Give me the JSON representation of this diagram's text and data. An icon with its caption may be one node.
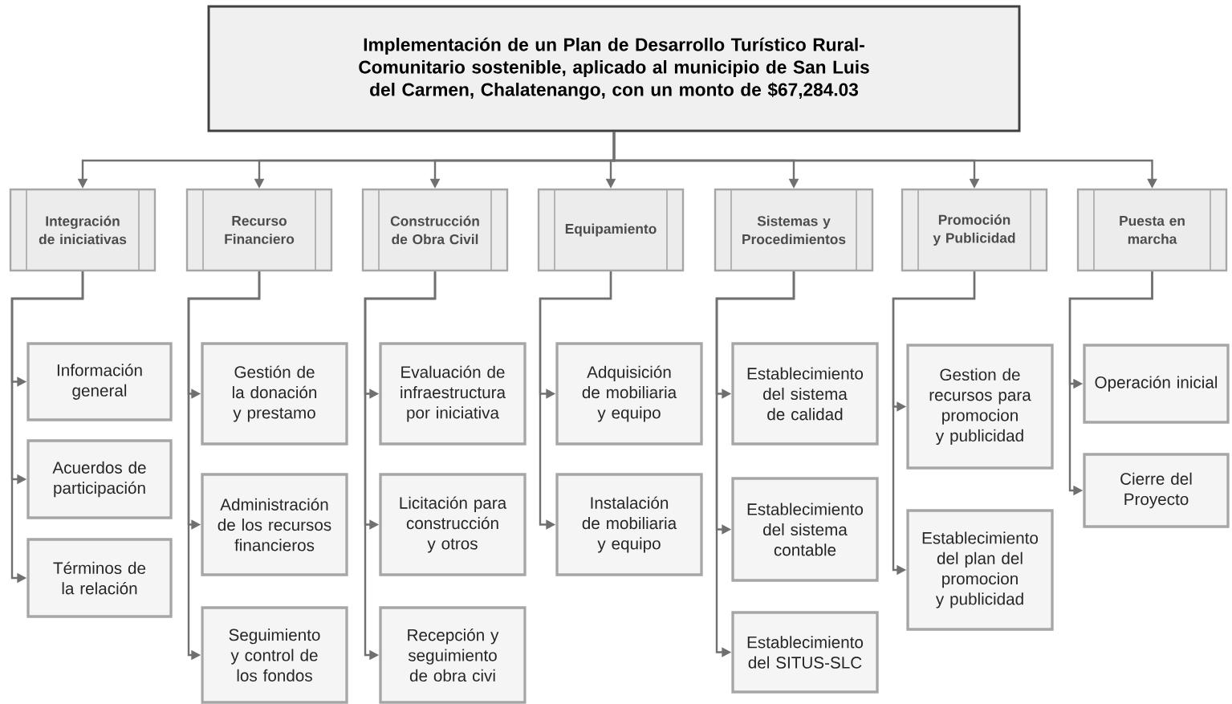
{
  "diagram": {
    "nodes": [
      {
        "text": [
          "Implementación de un Plan de Desarrollo Turístico Rural-Comunitario sostenible, aplicado al municipio de San Luis del Carmen, Chalatenango, con un monto de $67,284.03"
        ]
      },
      {
        "text": [
          "Integración de iniciativas"
        ]
      },
      {
        "text": [
          "Recurso Financiero"
        ]
      },
      {
        "text": [
          "Construcción de Obra Civil"
        ]
      },
      {
        "text": [
          "Equipamiento"
        ]
      },
      {
        "text": [
          "Sistemas y Procedimientos"
        ]
      },
      {
        "text": [
          "Promoción y Publicidad"
        ]
      },
      {
        "text": [
          "Puesta en marcha"
        ]
      },
      {
        "text": [
          "Información general"
        ]
      },
      {
        "text": [
          "Acuerdos de participación"
        ]
      },
      {
        "text": [
          "Términos de la relación"
        ]
      },
      {
        "text": [
          "Gestión de la donación y prestamo"
        ]
      },
      {
        "text": [
          "Administración de los recursos financieros"
        ]
      },
      {
        "text": [
          "Seguimiento y control de los fondos"
        ]
      },
      {
        "text": [
          "Evaluación de infraestructura por iniciativa"
        ]
      },
      {
        "text": [
          "Licitación para construcción y otros"
        ]
      },
      {
        "text": [
          "Recepción y seguimiento de obra civi"
        ]
      },
      {
        "text": [
          "Adquisición de mobiliaria y equipo"
        ]
      },
      {
        "text": [
          "Instalación de mobiliaria y equipo"
        ]
      },
      {
        "text": [
          "Establecimiento del sistema de calidad"
        ]
      },
      {
        "text": [
          "Establecimiento del sistema contable"
        ]
      },
      {
        "text": [
          "Establecimiento del SITUS-SLC"
        ]
      },
      {
        "text": [
          "Gestion de recursos para promocion y publicidad"
        ]
      },
      {
        "text": [
          "Establecimiento del plan del promocion y publicidad"
        ]
      },
      {
        "text": [
          "Operación inicial"
        ]
      },
      {
        "text": [
          "Cierre del Proyecto"
        ]
      }
    ],
    "edges": [
      {
        "from": 0,
        "to": 1,
        "arrow": "to"
      },
      {
        "from": 0,
        "to": 2,
        "arrow": "to"
      },
      {
        "from": 0,
        "to": 3,
        "arrow": "to"
      },
      {
        "from": 0,
        "to": 4,
        "arrow": "to"
      },
      {
        "from": 0,
        "to": 5,
        "arrow": "to"
      },
      {
        "from": 0,
        "to": 6,
        "arrow": "to"
      },
      {
        "from": 0,
        "to": 7,
        "arrow": "to"
      },
      {
        "from": 1,
        "to": 8,
        "arrow": "to"
      },
      {
        "from": 1,
        "to": 9,
        "arrow": "to"
      },
      {
        "from": 1,
        "to": 10,
        "arrow": "to"
      },
      {
        "from": 2,
        "to": 11,
        "arrow": "to"
      },
      {
        "from": 2,
        "to": 12,
        "arrow": "to"
      },
      {
        "from": 2,
        "to": 13,
        "arrow": "to"
      },
      {
        "from": 3,
        "to": 14,
        "arrow": "to"
      },
      {
        "from": 3,
        "to": 15,
        "arrow": "to"
      },
      {
        "from": 3,
        "to": 16,
        "arrow": "to"
      },
      {
        "from": 4,
        "to": 17,
        "arrow": "to"
      },
      {
        "from": 4,
        "to": 18,
        "arrow": "to"
      },
      {
        "from": 5,
        "to": 19,
        "arrow": "to"
      },
      {
        "from": 5,
        "to": 20,
        "arrow": "to"
      },
      {
        "from": 5,
        "to": 21,
        "arrow": "to"
      },
      {
        "from": 6,
        "to": 22,
        "arrow": "to"
      },
      {
        "from": 6,
        "to": 23,
        "arrow": "to"
      },
      {
        "from": 7,
        "to": 24,
        "arrow": "to"
      },
      {
        "from": 7,
        "to": 25,
        "arrow": "to"
      }
    ]
  }
}
